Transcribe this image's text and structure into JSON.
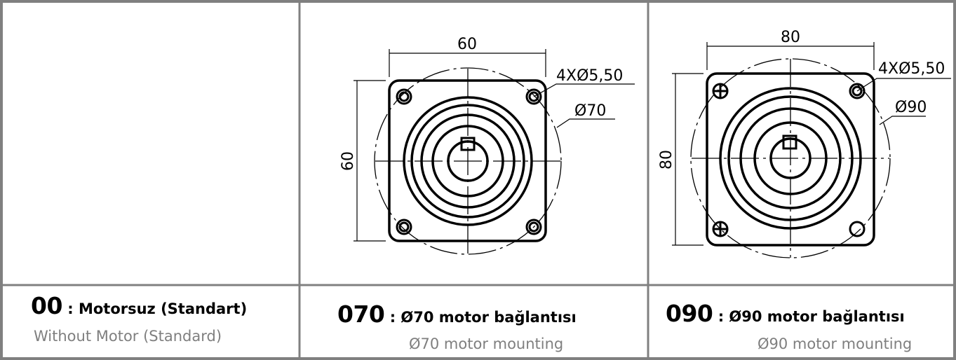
{
  "columns": [
    {
      "code": "00",
      "title_tr": " : Motorsuz (Standart)",
      "title_en": "Without Motor (Standard)",
      "has_drawing": false
    },
    {
      "code": "070",
      "title_tr": " : Ø70 motor bağlantısı",
      "title_en": "Ø70 motor mounting",
      "has_drawing": true,
      "dim_top": "60",
      "dim_side": "60",
      "hole_label": "4XØ5,50",
      "pcd_label": "Ø70"
    },
    {
      "code": "090",
      "title_tr": " : Ø90 motor bağlantısı",
      "title_en": "Ø90 motor mounting",
      "has_drawing": true,
      "dim_top": "80",
      "dim_side": "80",
      "hole_label": "4XØ5,50",
      "pcd_label": "Ø90"
    }
  ],
  "colors": {
    "border": "#808080",
    "ink": "#000000",
    "subtitle": "#7f7f7f"
  }
}
